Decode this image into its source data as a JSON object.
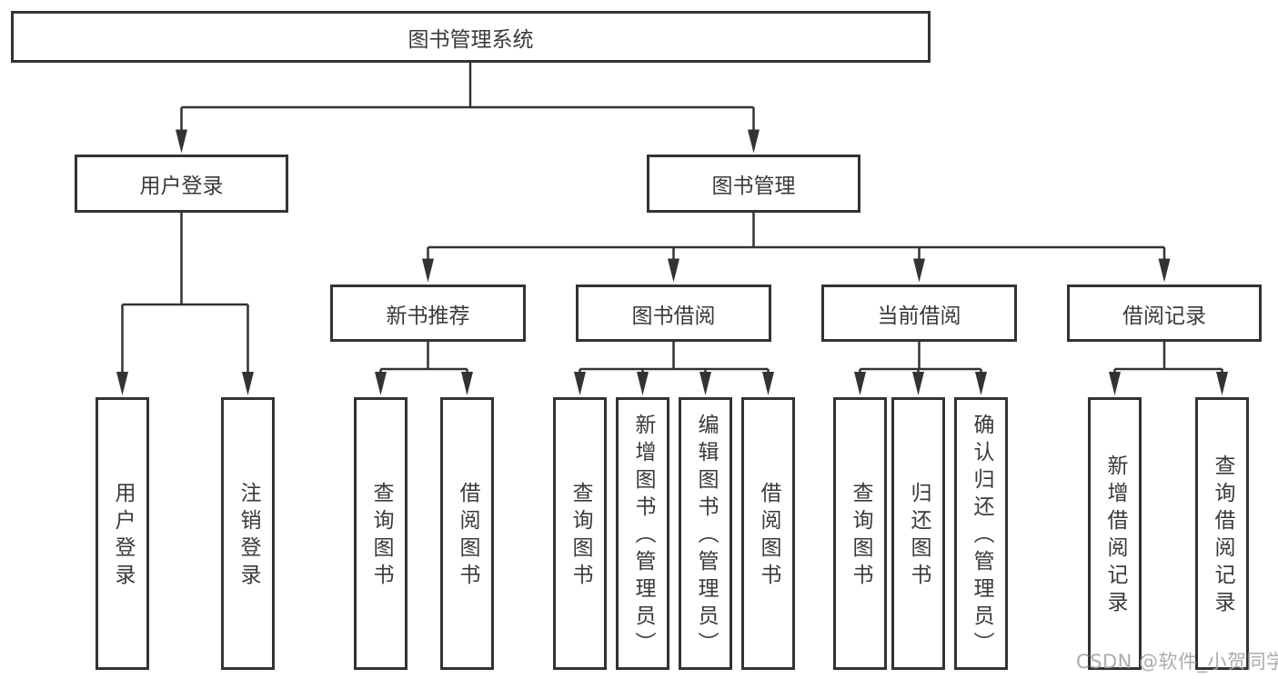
{
  "nodes": {
    "root": {
      "label": "图书管理系统"
    },
    "level2": [
      {
        "label": "用户登录"
      },
      {
        "label": "图书管理"
      }
    ],
    "level3": [
      {
        "label": "新书推荐"
      },
      {
        "label": "图书借阅"
      },
      {
        "label": "当前借阅"
      },
      {
        "label": "借阅记录"
      }
    ],
    "leaves": {
      "login": [
        {
          "label": "用户登录"
        },
        {
          "label": "注销登录"
        }
      ],
      "recommend": [
        {
          "label": "查询图书"
        },
        {
          "label": "借阅图书"
        }
      ],
      "borrow": [
        {
          "label": "查询图书"
        },
        {
          "label": "新增图书（管理员）"
        },
        {
          "label": "编辑图书（管理员）"
        },
        {
          "label": "借阅图书"
        }
      ],
      "current": [
        {
          "label": "查询图书"
        },
        {
          "label": "归还图书"
        },
        {
          "label": "确认归还（管理员）"
        }
      ],
      "records": [
        {
          "label": "新增借阅记录"
        },
        {
          "label": "查询借阅记录"
        }
      ]
    }
  },
  "watermark": {
    "text": "CSDN @软件_小贺同学"
  },
  "colors": {
    "line": "#333333",
    "border": "#333333",
    "text": "#3a3a3a",
    "watermark": "#9ea3a8",
    "background": "#ffffff"
  }
}
